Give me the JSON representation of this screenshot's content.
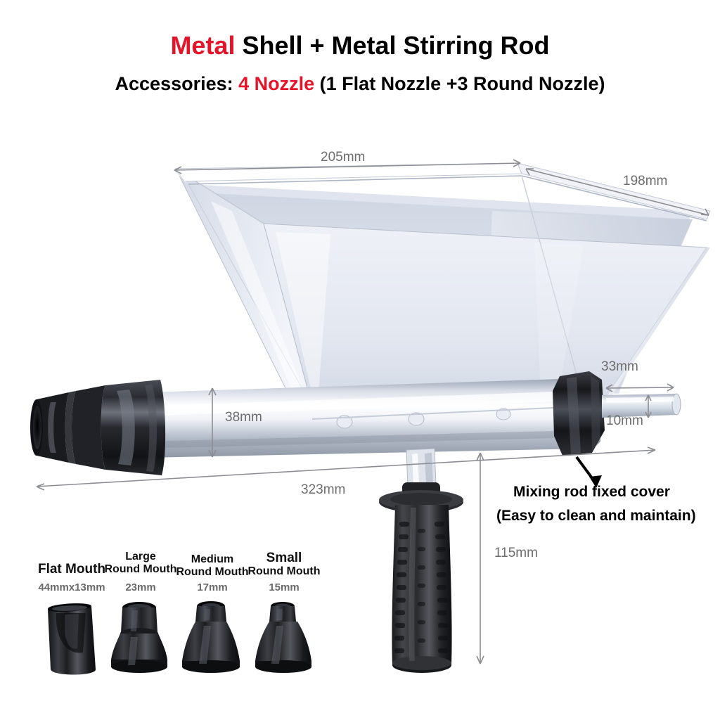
{
  "header": {
    "title_red": "Metal",
    "title_rest": " Shell + Metal Stirring Rod",
    "subtitle_pre": "Accessories: ",
    "subtitle_red": "4 Nozzle",
    "subtitle_post": " (1 Flat Nozzle +3 Round Nozzle)"
  },
  "dimensions": {
    "hopper_width": "205mm",
    "hopper_depth": "198mm",
    "barrel_diameter": "38mm",
    "total_length": "323mm",
    "rod_length": "33mm",
    "rod_diameter": "10mm",
    "height": "115mm"
  },
  "callout": {
    "line1": "Mixing rod fixed cover",
    "line2": "(Easy to clean and maintain)"
  },
  "nozzles": [
    {
      "name_line1": "Flat Mouth",
      "name_line2": "",
      "size": "44mmx13mm",
      "type": "flat"
    },
    {
      "name_line1": "Large",
      "name_line2": "Round Mouth",
      "size": "23mm",
      "type": "round-large"
    },
    {
      "name_line1": "Medium",
      "name_line2": "Round Mouth",
      "size": "17mm",
      "type": "round-medium"
    },
    {
      "name_line1": "Small",
      "name_line2": "Round Mouth",
      "size": "15mm",
      "type": "round-small"
    }
  ],
  "colors": {
    "accent_red": "#E4152B",
    "dimension_gray": "#6d6d6d",
    "metal_light": "#f2f4f8",
    "metal_mid": "#c9ced8",
    "plastic_black": "#1b1b1d",
    "background": "#ffffff"
  }
}
